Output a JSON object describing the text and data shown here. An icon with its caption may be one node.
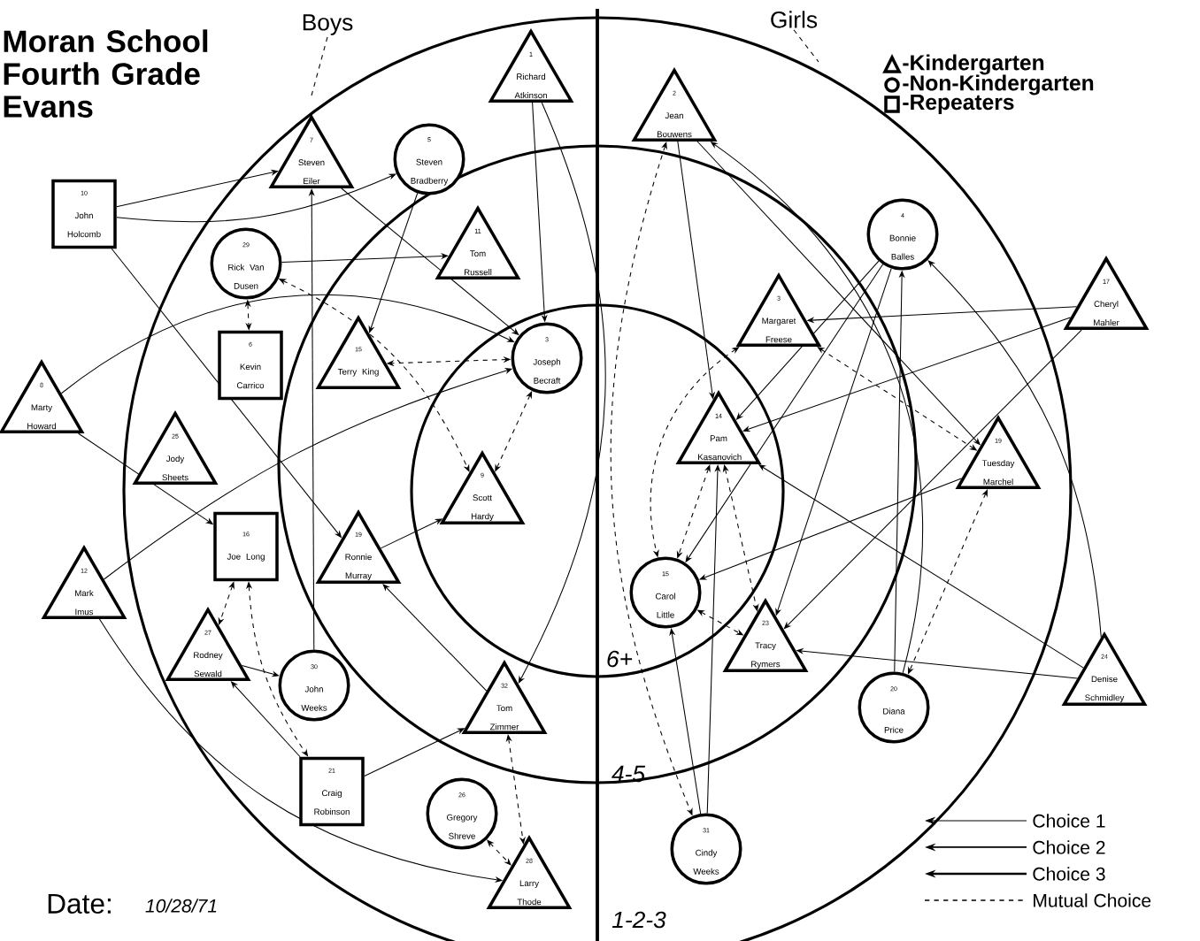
{
  "diagram": {
    "title": "Moran School Fourth Grade Evans",
    "nodes": [
      {
        "text": [
          "1",
          "Richard Atkinson"
        ]
      },
      {
        "text": [
          "7",
          "Steven Eiler"
        ]
      },
      {
        "text": [
          "5",
          "Steven Bradberry"
        ]
      },
      {
        "text": [
          "10",
          "John Holcomb"
        ]
      },
      {
        "text": [
          "29",
          "Rick Van Dusen"
        ]
      },
      {
        "text": [
          "11",
          "Tom Russell"
        ]
      },
      {
        "text": [
          "6",
          "Kevin Carrico"
        ]
      },
      {
        "text": [
          "15",
          "Terry King"
        ]
      },
      {
        "text": [
          "3",
          "Joseph Becraft"
        ]
      },
      {
        "text": [
          "8",
          "Marty Howard"
        ]
      },
      {
        "text": [
          "25",
          "Jody Sheets"
        ]
      },
      {
        "text": [
          "9",
          "Scott Hardy"
        ]
      },
      {
        "text": [
          "16",
          "Joe Long"
        ]
      },
      {
        "text": [
          "19",
          "Ronnie Murray"
        ]
      },
      {
        "text": [
          "12",
          "Mark Imus"
        ]
      },
      {
        "text": [
          "27",
          "Rodney Sewald"
        ]
      },
      {
        "text": [
          "30",
          "John Weeks"
        ]
      },
      {
        "text": [
          "32",
          "Tom Zimmer"
        ]
      },
      {
        "text": [
          "21",
          "Craig Robinson"
        ]
      },
      {
        "text": [
          "26",
          "Gregory Shreve"
        ]
      },
      {
        "text": [
          "28",
          "Larry Thode"
        ]
      },
      {
        "text": [
          "2",
          "Jean Bouwens"
        ]
      },
      {
        "text": [
          "4",
          "Bonnie Balles"
        ]
      },
      {
        "text": [
          "3",
          "Margaret Freese"
        ]
      },
      {
        "text": [
          "17",
          "Cheryl Mahler"
        ]
      },
      {
        "text": [
          "14",
          "Pam Kasanovich"
        ]
      },
      {
        "text": [
          "19",
          "Tuesday Marchel"
        ]
      },
      {
        "text": [
          "15",
          "Carol Little"
        ]
      },
      {
        "text": [
          "23",
          "Tracy Rymers"
        ]
      },
      {
        "text": [
          "20",
          "Diana Price"
        ]
      },
      {
        "text": [
          "24",
          "Denise Schmidley"
        ]
      },
      {
        "text": [
          "31",
          "Cindy Weeks"
        ]
      },
      {
        "text": [
          "Boys"
        ]
      },
      {
        "text": [
          "Girls"
        ]
      }
    ],
    "edges": [
      {
        "from": 3,
        "to": 1,
        "arrow": "to"
      },
      {
        "from": 3,
        "to": 2,
        "arrow": "to"
      },
      {
        "from": 3,
        "to": 13,
        "arrow": "to"
      },
      {
        "from": 4,
        "to": 6,
        "arrow": "both",
        "style": "dashed"
      },
      {
        "from": 4,
        "to": 11,
        "arrow": "both",
        "style": "dashed"
      },
      {
        "from": 4,
        "to": 5,
        "arrow": "to"
      },
      {
        "from": 8,
        "to": 7,
        "arrow": "both",
        "style": "dashed"
      },
      {
        "from": 8,
        "to": 11,
        "arrow": "both",
        "style": "dashed"
      },
      {
        "from": 0,
        "to": 8,
        "arrow": "to"
      },
      {
        "from": 12,
        "to": 15,
        "arrow": "both",
        "style": "dashed"
      },
      {
        "from": 12,
        "to": 18,
        "arrow": "both",
        "style": "dashed"
      },
      {
        "from": 15,
        "to": 16,
        "arrow": "to"
      },
      {
        "from": 18,
        "to": 15,
        "arrow": "to"
      },
      {
        "from": 9,
        "to": 12,
        "arrow": "to"
      },
      {
        "from": 19,
        "to": 20,
        "arrow": "both",
        "style": "dashed"
      },
      {
        "from": 17,
        "to": 20,
        "arrow": "both",
        "style": "dashed"
      },
      {
        "from": 14,
        "to": 20,
        "arrow": "to"
      },
      {
        "from": 18,
        "to": 17,
        "arrow": "to"
      },
      {
        "from": 0,
        "to": 17,
        "arrow": "to"
      },
      {
        "from": 13,
        "to": 11,
        "arrow": "to"
      },
      {
        "from": 17,
        "to": 13,
        "arrow": "to"
      },
      {
        "from": 16,
        "to": 1,
        "arrow": "to"
      },
      {
        "from": 2,
        "to": 7,
        "arrow": "to"
      },
      {
        "from": 1,
        "to": 8,
        "arrow": "to"
      },
      {
        "from": 14,
        "to": 8,
        "arrow": "to"
      },
      {
        "from": 9,
        "to": 8,
        "arrow": "to"
      },
      {
        "from": 21,
        "to": 25,
        "arrow": "to"
      },
      {
        "from": 21,
        "to": 31,
        "arrow": "both",
        "style": "dashed"
      },
      {
        "from": 25,
        "to": 27,
        "arrow": "both",
        "style": "dashed"
      },
      {
        "from": 25,
        "to": 28,
        "arrow": "both",
        "style": "dashed"
      },
      {
        "from": 23,
        "to": 27,
        "arrow": "both",
        "style": "dashed"
      },
      {
        "from": 23,
        "to": 26,
        "arrow": "both",
        "style": "dashed"
      },
      {
        "from": 26,
        "to": 29,
        "arrow": "both",
        "style": "dashed"
      },
      {
        "from": 27,
        "to": 28,
        "arrow": "both",
        "style": "dashed"
      },
      {
        "from": 24,
        "to": 23,
        "arrow": "to"
      },
      {
        "from": 24,
        "to": 25,
        "arrow": "to"
      },
      {
        "from": 24,
        "to": 28,
        "arrow": "to"
      },
      {
        "from": 22,
        "to": 25,
        "arrow": "to"
      },
      {
        "from": 22,
        "to": 27,
        "arrow": "to"
      },
      {
        "from": 22,
        "to": 28,
        "arrow": "to"
      },
      {
        "from": 29,
        "to": 22,
        "arrow": "to"
      },
      {
        "from": 31,
        "to": 25,
        "arrow": "to"
      },
      {
        "from": 31,
        "to": 27,
        "arrow": "to"
      },
      {
        "from": 30,
        "to": 28,
        "arrow": "to"
      },
      {
        "from": 30,
        "to": 22,
        "arrow": "to"
      },
      {
        "from": 30,
        "to": 25,
        "arrow": "to"
      },
      {
        "from": 26,
        "to": 27,
        "arrow": "to"
      },
      {
        "from": 21,
        "to": 26,
        "arrow": "to"
      },
      {
        "from": 29,
        "to": 21,
        "arrow": "to"
      },
      {
        "from": 32,
        "to": null,
        "arrow": "none",
        "style": "dashed"
      },
      {
        "from": 33,
        "to": null,
        "arrow": "none",
        "style": "dashed"
      }
    ],
    "labels": [
      "6+",
      "4-5",
      "1-2-3",
      "Date:",
      "10/28/71"
    ],
    "legend": [
      {
        "text": "-Kindergarten"
      },
      {
        "text": "-Non-Kindergarten"
      },
      {
        "text": "-Repeaters"
      },
      {
        "text": "Choice 1"
      },
      {
        "text": "Choice 2"
      },
      {
        "text": "Choice 3"
      },
      {
        "text": "Mutual Choice"
      }
    ]
  }
}
